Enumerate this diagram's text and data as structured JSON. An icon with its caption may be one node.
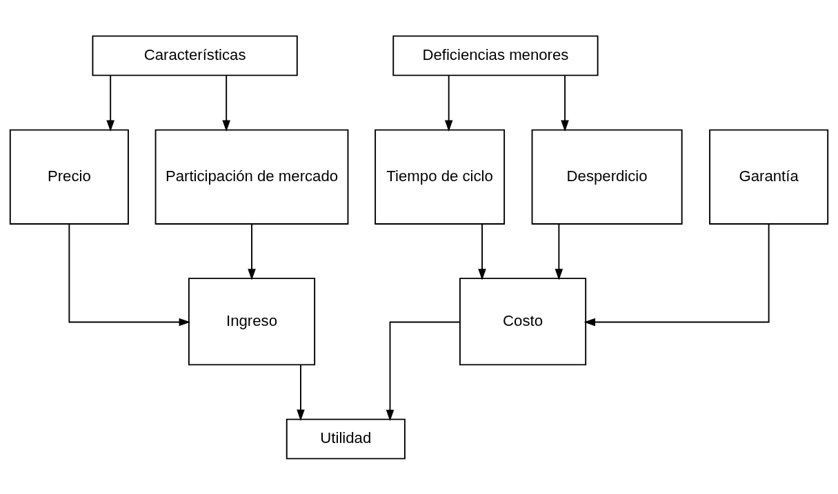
{
  "diagram": {
    "nodes": [
      {
        "text": [
          "Características"
        ]
      },
      {
        "text": [
          "Deficiencias menores"
        ]
      },
      {
        "text": [
          "Precio"
        ]
      },
      {
        "text": [
          "Participación de mercado"
        ]
      },
      {
        "text": [
          "Tiempo de ciclo"
        ]
      },
      {
        "text": [
          "Garantía"
        ]
      },
      {
        "text": [
          "Desperdicio"
        ]
      },
      {
        "text": [
          "Ingreso"
        ]
      },
      {
        "text": [
          "Costo"
        ]
      },
      {
        "text": [
          "Utilidad"
        ]
      }
    ],
    "edges": [
      {
        "from": 0,
        "to": 2,
        "arrow": "to"
      },
      {
        "from": 0,
        "to": 3,
        "arrow": "to"
      },
      {
        "from": 1,
        "to": 4,
        "arrow": "to"
      },
      {
        "from": 1,
        "to": 6,
        "arrow": "to"
      },
      {
        "from": 2,
        "to": 7,
        "arrow": "to"
      },
      {
        "from": 3,
        "to": 7,
        "arrow": "to"
      },
      {
        "from": 4,
        "to": 8,
        "arrow": "to"
      },
      {
        "from": 5,
        "to": 8,
        "arrow": "to"
      },
      {
        "from": 6,
        "to": 8,
        "arrow": "to"
      },
      {
        "from": 7,
        "to": 9,
        "arrow": "to"
      },
      {
        "from": 8,
        "to": 9,
        "arrow": "to"
      }
    ]
  }
}
